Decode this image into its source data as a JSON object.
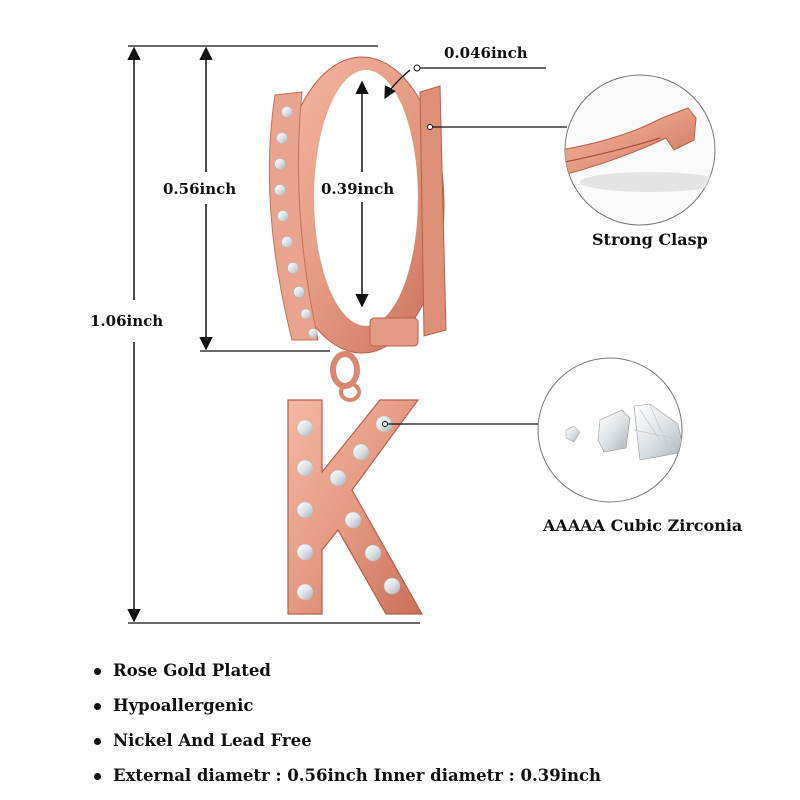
{
  "product": {
    "name": "Rose gold huggie hoop earring with letter K charm",
    "letter": "K",
    "metal_color": "#E59A82",
    "metal_shadow": "#C9705A"
  },
  "dimensions": {
    "total_length": "1.06inch",
    "external_diameter": "0.56inch",
    "inner_diameter": "0.39inch",
    "wire_thickness": "0.046inch"
  },
  "callouts": [
    {
      "id": "clasp",
      "caption": "Strong Clasp",
      "icon": "clasp-closeup"
    },
    {
      "id": "zirconia",
      "caption": "AAAAA Cubic Zirconia",
      "icon": "diamond-gems"
    }
  ],
  "features": [
    "Rose Gold Plated",
    "Hypoallergenic",
    "Nickel And Lead Free",
    "External diametr : 0.56inch Inner diametr : 0.39inch"
  ]
}
